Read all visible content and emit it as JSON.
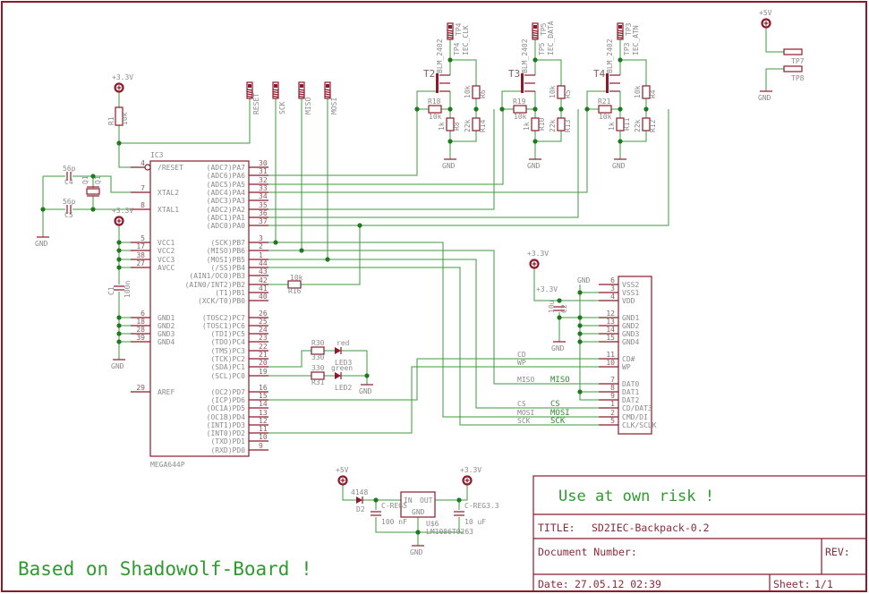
{
  "schematic": {
    "ic_main": {
      "ref": "IC3",
      "value": "MEGA644P",
      "left_pins": [
        {
          "num": "4",
          "name": "/RESET"
        },
        {
          "num": "7",
          "name": "XTAL2"
        },
        {
          "num": "8",
          "name": "XTAL1"
        },
        {
          "num": "5",
          "name": "VCC1"
        },
        {
          "num": "17",
          "name": "VCC2"
        },
        {
          "num": "38",
          "name": "VCC3"
        },
        {
          "num": "27",
          "name": "AVCC"
        },
        {
          "num": "6",
          "name": "GND1"
        },
        {
          "num": "18",
          "name": "GND2"
        },
        {
          "num": "28",
          "name": "GND3"
        },
        {
          "num": "39",
          "name": "GND4"
        },
        {
          "num": "29",
          "name": "AREF"
        }
      ],
      "right_pins": [
        {
          "num": "30",
          "name": "(ADC7)PA7"
        },
        {
          "num": "31",
          "name": "(ADC6)PA6"
        },
        {
          "num": "32",
          "name": "(ADC5)PA5"
        },
        {
          "num": "33",
          "name": "(ADC4)PA4"
        },
        {
          "num": "34",
          "name": "(ADC3)PA3"
        },
        {
          "num": "35",
          "name": "(ADC2)PA2"
        },
        {
          "num": "36",
          "name": "(ADC1)PA1"
        },
        {
          "num": "37",
          "name": "(ADC0)PA0"
        },
        {
          "num": "3",
          "name": "(SCK)PB7"
        },
        {
          "num": "2",
          "name": "(MISO)PB6"
        },
        {
          "num": "1",
          "name": "(MOSI)PB5"
        },
        {
          "num": "44",
          "name": "(/SS)PB4"
        },
        {
          "num": "43",
          "name": "(AIN1/OC0)PB3"
        },
        {
          "num": "42",
          "name": "(AIN0/INT2)PB2"
        },
        {
          "num": "41",
          "name": "(T1)PB1"
        },
        {
          "num": "40",
          "name": "(XCK/T0)PB0"
        },
        {
          "num": "26",
          "name": "(TOSC2)PC7"
        },
        {
          "num": "25",
          "name": "(TOSC1)PC6"
        },
        {
          "num": "24",
          "name": "(TDI)PC5"
        },
        {
          "num": "23",
          "name": "(TDO)PC4"
        },
        {
          "num": "22",
          "name": "(TMS)PC3"
        },
        {
          "num": "21",
          "name": "(TCK)PC2"
        },
        {
          "num": "20",
          "name": "(SDA)PC1"
        },
        {
          "num": "19",
          "name": "(SCL)PC0"
        },
        {
          "num": "16",
          "name": "(OC2)PD7"
        },
        {
          "num": "15",
          "name": "(ICP)PD6"
        },
        {
          "num": "14",
          "name": "(OC1A)PD5"
        },
        {
          "num": "13",
          "name": "(OC1B)PD4"
        },
        {
          "num": "12",
          "name": "(INT1)PD3"
        },
        {
          "num": "11",
          "name": "(INT0)PD2"
        },
        {
          "num": "10",
          "name": "(TXD)PD1"
        },
        {
          "num": "9",
          "name": "(RXD)PD0"
        }
      ]
    },
    "sd_card": {
      "left_pins": [
        {
          "num": "6",
          "name": "VSS2",
          "net": "GND"
        },
        {
          "num": "3",
          "name": "VSS1",
          "net": ""
        },
        {
          "num": "4",
          "name": "VDD",
          "net": "+3.3V"
        },
        {
          "num": "12",
          "name": "GND1",
          "net": ""
        },
        {
          "num": "13",
          "name": "GND2",
          "net": ""
        },
        {
          "num": "14",
          "name": "GND3",
          "net": ""
        },
        {
          "num": "15",
          "name": "GND4",
          "net": ""
        },
        {
          "num": "11",
          "name": "CD#",
          "net": ""
        },
        {
          "num": "10",
          "name": "WP",
          "net": ""
        },
        {
          "num": "7",
          "name": "DAT0",
          "net": "MISO"
        },
        {
          "num": "8",
          "name": "DAT1",
          "net": ""
        },
        {
          "num": "9",
          "name": "DAT2",
          "net": ""
        },
        {
          "num": "1",
          "name": "CD/DAT3",
          "net": "CS"
        },
        {
          "num": "2",
          "name": "CMD/DI",
          "net": "MOSI"
        },
        {
          "num": "5",
          "name": "CLK/SCLK",
          "net": "SCK"
        }
      ],
      "signal_labels": [
        "CD",
        "WP",
        "MISO",
        "CS",
        "MOSI",
        "SCK"
      ]
    },
    "headers": [
      "RESET",
      "SCK",
      "MISO",
      "MOSI"
    ],
    "iec_stages": [
      {
        "transistor": "T2",
        "type": "BLM_2402",
        "tp": "TP4",
        "signal": "IEC_CLK",
        "rb": "R18",
        "rb_val": "10k",
        "rpu": "R6",
        "rpu_val": "10k",
        "rpd": "R8",
        "rpd_val": "1k",
        "rdiv": "R14",
        "rdiv_val": "22k",
        "gnd": "GND"
      },
      {
        "transistor": "T3",
        "type": "BLM_2402",
        "tp": "TP5",
        "signal": "IEC_DATA",
        "rb": "R19",
        "rb_val": "10k",
        "rpu": "R5",
        "rpu_val": "10k",
        "rpd": "R10",
        "rpd_val": "1k",
        "rdiv": "R13",
        "rdiv_val": "22k",
        "gnd": "GND"
      },
      {
        "transistor": "T4",
        "type": "BLM_2402",
        "tp": "TP3",
        "signal": "IEC_ATN",
        "rb": "R21",
        "rb_val": "10k",
        "rpu": "R4",
        "rpu_val": "10k",
        "rpd": "R11",
        "rpd_val": "1k",
        "rdiv": "R12",
        "rdiv_val": "22k",
        "gnd": "GND"
      }
    ],
    "power": {
      "v33": "+3.3V",
      "v5": "+5V",
      "gnd": "GND"
    },
    "passives": {
      "r1": {
        "ref": "R1",
        "val": "10k"
      },
      "c4": {
        "ref": "C4",
        "val": "56p"
      },
      "c5": {
        "ref": "C5",
        "val": "56p"
      },
      "q1": {
        "ref": "Q1",
        "val": "Q1"
      },
      "c1": {
        "ref": "C1",
        "val": "100n"
      },
      "c2": {
        "ref": "C2",
        "val": "10u"
      },
      "r16": {
        "ref": "R16",
        "val": "10k"
      },
      "r30": {
        "ref": "R30",
        "val": "330"
      },
      "r31": {
        "ref": "R31",
        "val": "330"
      },
      "led3": {
        "ref": "LED3",
        "val": "red"
      },
      "led2": {
        "ref": "LED2",
        "val": "green"
      }
    },
    "test_points": [
      "TP7",
      "TP8"
    ],
    "regulator": {
      "ref": "U$6",
      "value": "LM1086TO263",
      "in": "IN",
      "out": "OUT",
      "gnd": "GND",
      "diode_ref": "D2",
      "diode_val": "4148",
      "cin_ref": "C-REG5",
      "cin_val": "100 nF",
      "cout_ref": "C-REG3.3",
      "cout_val": "10 uF"
    },
    "notes": {
      "based_on": "Based on Shadowolf-Board !",
      "risk": "Use at own risk !"
    },
    "title_block": {
      "title_label": "TITLE:",
      "title": "SD2IEC-Backpack-0.2",
      "doc_label": "Document Number:",
      "rev_label": "REV:",
      "date_label": "Date:",
      "date": "27.05.12 02:39",
      "sheet_label": "Sheet:",
      "sheet": "1/1"
    }
  }
}
